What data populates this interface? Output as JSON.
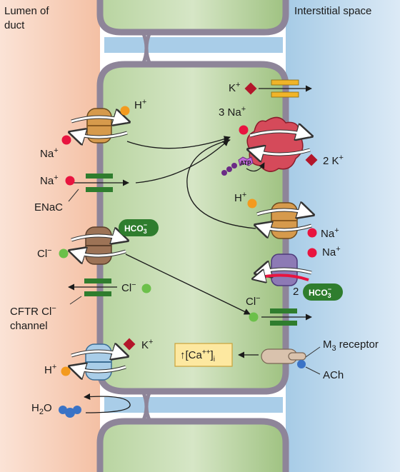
{
  "regions": {
    "lumen": "Lumen of duct",
    "lumen_line1": "Lumen of",
    "lumen_line2": "duct",
    "interstitial": "Interstitial space"
  },
  "colors": {
    "lumen_bg": "#f7cdb6",
    "cell_bg": "#9cc07c",
    "interstitial_bg": "#a9cde8",
    "membrane": "#8e8599",
    "na_ion": "#e8143f",
    "h_ion": "#f39a1e",
    "cl_ion": "#6cc04a",
    "k_ion": "#b3162a",
    "hco3_pill": "#2f7d2e",
    "atp": "#6b2b86"
  },
  "apical": {
    "nh_exchanger": {
      "h_label": "H",
      "h_charge": "+",
      "na_label": "Na",
      "na_charge": "+"
    },
    "enac": {
      "na_label": "Na",
      "na_charge": "+",
      "name": "ENaC"
    },
    "cl_hco3_exchanger": {
      "hco3": "HCO",
      "hco3_sub": "3",
      "hco3_sup": "−",
      "cl_label": "Cl",
      "cl_charge": "−"
    },
    "cftr": {
      "cl_label": "Cl",
      "cl_charge": "−",
      "name_line1": "CFTR Cl",
      "name_line1_sup": "−",
      "name_line2": "channel"
    },
    "hk_exchanger": {
      "k_label": "K",
      "k_charge": "+",
      "h_label": "H",
      "h_charge": "+"
    },
    "water": {
      "label": "H",
      "sub": "2",
      "tail": "O"
    }
  },
  "basolateral": {
    "k_channel": {
      "k_label": "K",
      "k_charge": "+"
    },
    "na_k_atpase": {
      "na_label": "3 Na",
      "na_charge": "+",
      "k_label": "2 K",
      "k_charge": "+",
      "atp": "ATP"
    },
    "nh_exchanger": {
      "h_label": "H",
      "h_charge": "+",
      "na_label": "Na",
      "na_charge": "+"
    },
    "na_hco3_cotransporter": {
      "na_label": "Na",
      "na_charge": "+",
      "count": "2",
      "hco3": "HCO",
      "hco3_sub": "3",
      "hco3_sup": "−"
    },
    "cl_channel": {
      "cl_label": "Cl",
      "cl_charge": "−"
    },
    "m3": {
      "receptor": "M",
      "receptor_sub": "3",
      "receptor_tail": " receptor",
      "ligand": "ACh"
    },
    "calcium": {
      "arrow": "↑",
      "text": "[Ca",
      "sup": "++",
      "close": "]",
      "sub": "i"
    }
  }
}
